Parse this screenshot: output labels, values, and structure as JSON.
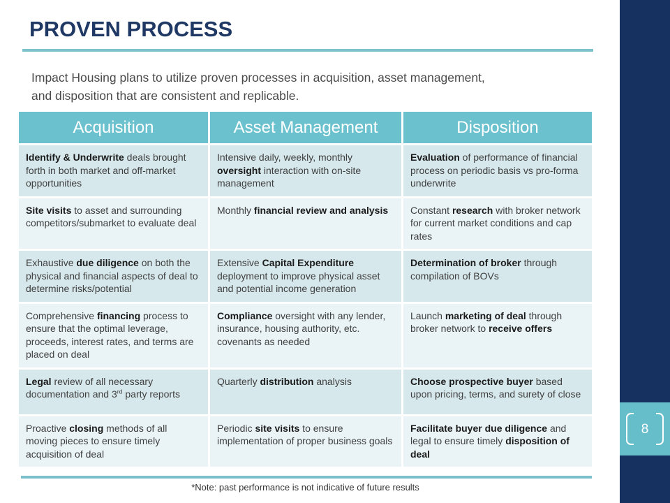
{
  "page": {
    "title": "PROVEN PROCESS",
    "intro_line1": "Impact Housing plans to utilize proven processes in acquisition, asset management,",
    "intro_line2": "and disposition that are consistent and replicable.",
    "page_number": "8",
    "footnote": "*Note:  past performance is not indicative of future results"
  },
  "colors": {
    "navy": "#1F3864",
    "sidebar_navy": "#16315F",
    "teal": "#6BC2CE",
    "badge_teal": "#66BECB",
    "teal_line": "#7CC1CC",
    "row_dark": "#D7E8EC",
    "row_light": "#EAF4F6"
  },
  "icons": {
    "page_badge_brackets": "square-brackets"
  },
  "table": {
    "headers": [
      "Acquisition",
      "Asset Management",
      "Disposition"
    ],
    "rows": [
      [
        [
          {
            "text": "Identify & Underwrite",
            "bold": true
          },
          {
            "text": " deals brought forth in both market and off-market opportunities"
          }
        ],
        [
          {
            "text": "Intensive daily, weekly, monthly "
          },
          {
            "text": "oversight",
            "bold": true
          },
          {
            "text": " interaction with on-site management"
          }
        ],
        [
          {
            "text": "Evaluation",
            "bold": true
          },
          {
            "text": " of performance of financial process on periodic basis vs pro-forma underwrite"
          }
        ]
      ],
      [
        [
          {
            "text": "Site visits",
            "bold": true
          },
          {
            "text": " to asset and surrounding competitors/submarket to evaluate deal"
          }
        ],
        [
          {
            "text": "Monthly "
          },
          {
            "text": "financial review and analysis",
            "bold": true
          }
        ],
        [
          {
            "text": "Constant "
          },
          {
            "text": "research",
            "bold": true
          },
          {
            "text": " with broker network for current market conditions and cap rates"
          }
        ]
      ],
      [
        [
          {
            "text": "Exhaustive "
          },
          {
            "text": "due diligence",
            "bold": true
          },
          {
            "text": " on both the physical and financial aspects of deal to determine risks/potential"
          }
        ],
        [
          {
            "text": "Extensive "
          },
          {
            "text": "Capital Expenditure",
            "bold": true
          },
          {
            "text": " deployment to improve physical asset and potential income generation"
          }
        ],
        [
          {
            "text": "Determination of broker",
            "bold": true
          },
          {
            "text": " through compilation of BOVs"
          }
        ]
      ],
      [
        [
          {
            "text": "Comprehensive "
          },
          {
            "text": "financing",
            "bold": true
          },
          {
            "text": " process to ensure that the optimal leverage, proceeds, interest rates, and terms are placed on deal"
          }
        ],
        [
          {
            "text": "Compliance",
            "bold": true
          },
          {
            "text": " oversight with any lender, insurance, housing authority, etc. covenants as needed"
          }
        ],
        [
          {
            "text": "Launch "
          },
          {
            "text": "marketing of deal",
            "bold": true
          },
          {
            "text": " through broker network to "
          },
          {
            "text": "receive offers",
            "bold": true
          }
        ]
      ],
      [
        [
          {
            "text": "Legal",
            "bold": true
          },
          {
            "text": " review of all necessary documentation and 3"
          },
          {
            "text": "rd",
            "sup": true
          },
          {
            "text": " party reports"
          }
        ],
        [
          {
            "text": "Quarterly "
          },
          {
            "text": "distribution",
            "bold": true
          },
          {
            "text": " analysis"
          }
        ],
        [
          {
            "text": "Choose prospective buyer",
            "bold": true
          },
          {
            "text": " based upon pricing, terms, and surety of close"
          }
        ]
      ],
      [
        [
          {
            "text": "Proactive "
          },
          {
            "text": "closing",
            "bold": true
          },
          {
            "text": " methods of all moving pieces to ensure timely acquisition of deal"
          }
        ],
        [
          {
            "text": "Periodic "
          },
          {
            "text": "site visits",
            "bold": true
          },
          {
            "text": " to ensure implementation of proper business goals"
          }
        ],
        [
          {
            "text": "Facilitate buyer due diligence",
            "bold": true
          },
          {
            "text": " and legal to ensure timely "
          },
          {
            "text": "disposition of deal",
            "bold": true
          }
        ]
      ]
    ]
  }
}
